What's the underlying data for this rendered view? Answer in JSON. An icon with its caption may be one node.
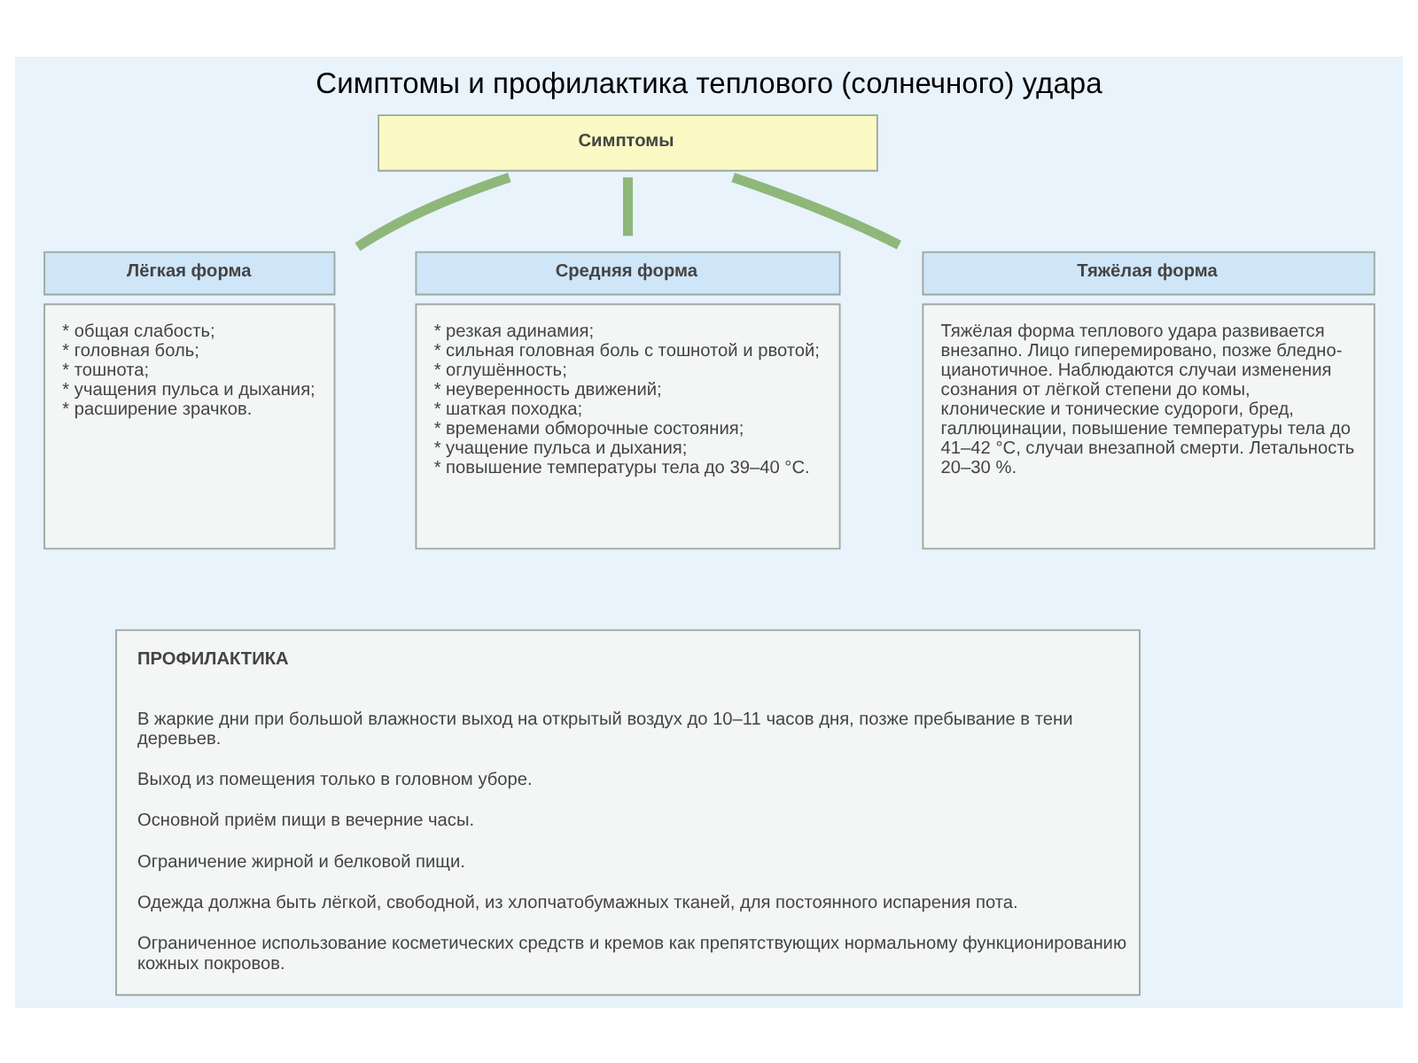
{
  "diagram": {
    "title": "Симптомы и профилактика теплового (солнечного) удара",
    "nodes": [
      {
        "text": [
          "Симптомы"
        ]
      },
      {
        "text": [
          "Лёгкая форма",
          "* общая слабость;",
          "* головная боль;",
          "* тошнота;",
          "* учащения пульса и дыхания;",
          "* расширение зрачков."
        ]
      },
      {
        "text": [
          "Средняя форма",
          "* резкая адинамия;",
          "* сильная головная боль с тошнотой и рвотой;",
          "* оглушённость;",
          "* неуверенность движений;",
          "* шаткая походка;",
          "* временами обморочные состояния;",
          "* учащение пульса и дыхания;",
          "* повышение температуры тела до 39–40 °С."
        ]
      },
      {
        "text": [
          "Тяжёлая форма",
          "Тяжёлая форма теплового удара развивается внезапно. Лицо гиперемировано, позже бледно-цианотичное. Наблюдаются случаи изменения сознания от лёгкой степени до комы, клонические и тонические судороги, бред, галлюцинации, повышение температуры тела до 41–42 °С, случаи внезапной смерти. Летальность 20–30 %."
        ]
      },
      {
        "text": [
          "ПРОФИЛАКТИКА",
          "В жаркие дни при большой влажности выход на открытый воздух до 10–11 часов дня, позже пребывание в тени деревьев.",
          "Выход из помещения только в головном уборе.",
          "Основной приём пищи в вечерние часы.",
          "Ограничение жирной и белковой пищи.",
          "Одежда должна быть лёгкой, свободной, из хлопчатобумажных тканей, для постоянного испарения пота.",
          "Ограниченное использование косметических средств и кремов как препятствующих нормальному функционированию кожных покровов."
        ]
      }
    ],
    "edges": [
      {
        "from": 0,
        "to": 1,
        "arrow": "none"
      },
      {
        "from": 0,
        "to": 2,
        "arrow": "none"
      },
      {
        "from": 0,
        "to": 3,
        "arrow": "none"
      }
    ]
  }
}
